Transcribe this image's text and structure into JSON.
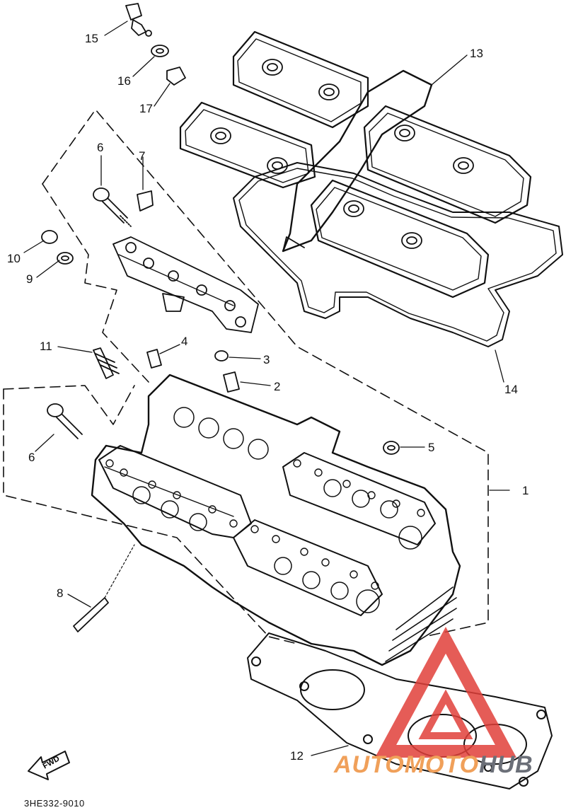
{
  "diagram": {
    "part_code": "3HE332-9010",
    "fwd_label": "FWD",
    "watermark": {
      "word_a": "AUTOMOTO",
      "word_b": "HUB",
      "color_a": "#f0a05a",
      "color_b": "#6b6f78",
      "triangle_color": "#e0403a"
    },
    "callouts": [
      {
        "id": "15",
        "label": "15"
      },
      {
        "id": "16",
        "label": "16"
      },
      {
        "id": "17",
        "label": "17"
      },
      {
        "id": "13",
        "label": "13"
      },
      {
        "id": "6a",
        "label": "6"
      },
      {
        "id": "7",
        "label": "7"
      },
      {
        "id": "10",
        "label": "10"
      },
      {
        "id": "9",
        "label": "9"
      },
      {
        "id": "11",
        "label": "11"
      },
      {
        "id": "4",
        "label": "4"
      },
      {
        "id": "3",
        "label": "3"
      },
      {
        "id": "2",
        "label": "2"
      },
      {
        "id": "14",
        "label": "14"
      },
      {
        "id": "6b",
        "label": "6"
      },
      {
        "id": "5",
        "label": "5"
      },
      {
        "id": "1",
        "label": "1"
      },
      {
        "id": "8",
        "label": "8"
      },
      {
        "id": "12",
        "label": "12"
      }
    ]
  }
}
